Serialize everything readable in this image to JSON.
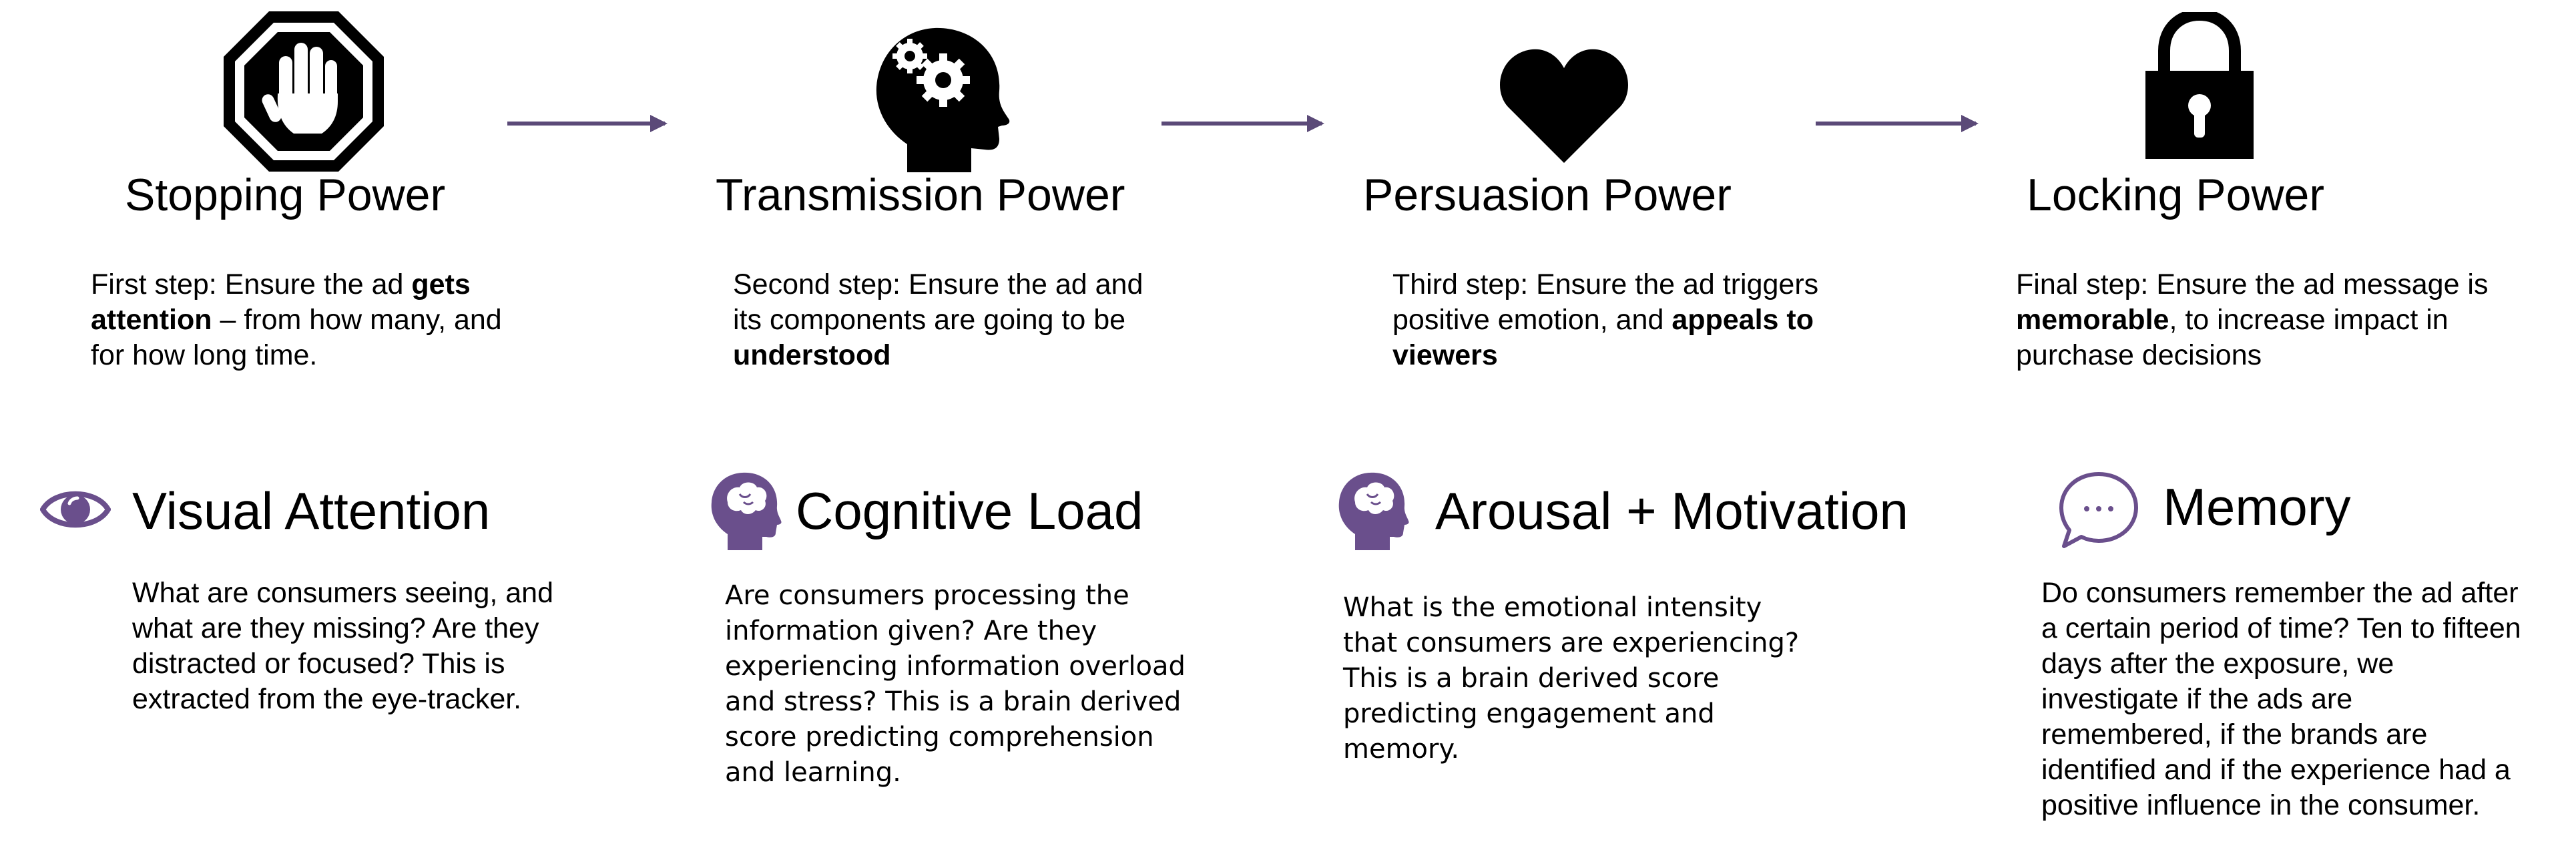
{
  "colors": {
    "accent": "#6a4f8c",
    "arrow": "#5b4a78",
    "icon_black": "#000000"
  },
  "steps": [
    {
      "icon": "stop-hand-icon",
      "title": "Stopping Power",
      "desc_parts": [
        "First step: Ensure the ad ",
        "gets attention",
        " – from how many, and for how long time."
      ]
    },
    {
      "icon": "head-gears-icon",
      "title": "Transmission Power",
      "desc_parts": [
        "Second step: Ensure the ad and its components are going to be ",
        "understood",
        ""
      ]
    },
    {
      "icon": "heart-icon",
      "title": "Persuasion Power",
      "desc_parts": [
        "Third step: Ensure the ad triggers positive emotion, and ",
        "appeals to viewers",
        ""
      ]
    },
    {
      "icon": "padlock-icon",
      "title": "Locking Power",
      "desc_parts": [
        "Final step: Ensure the ad message is ",
        "memorable",
        ", to increase impact in purchase decisions"
      ]
    }
  ],
  "metrics": [
    {
      "icon": "eye-icon",
      "title": "Visual Attention",
      "desc": "What are consumers seeing, and what are they missing? Are they distracted or focused? This is extracted from the eye-tracker."
    },
    {
      "icon": "head-brain-icon",
      "title": "Cognitive Load",
      "desc": "Are consumers processing the information given? Are they experiencing information overload and stress? This is a brain derived score predicting comprehension and learning."
    },
    {
      "icon": "head-brain-icon",
      "title": "Arousal + Motivation",
      "desc": "What is the emotional intensity that consumers are experiencing? This is a brain derived score predicting engagement and memory."
    },
    {
      "icon": "speech-bubble-icon",
      "title": "Memory",
      "desc": "Do consumers remember the ad after a certain period of time? Ten to fifteen days after the exposure, we investigate if the ads are remembered, if the brands are identified and if the experience had a positive influence in the consumer."
    }
  ]
}
